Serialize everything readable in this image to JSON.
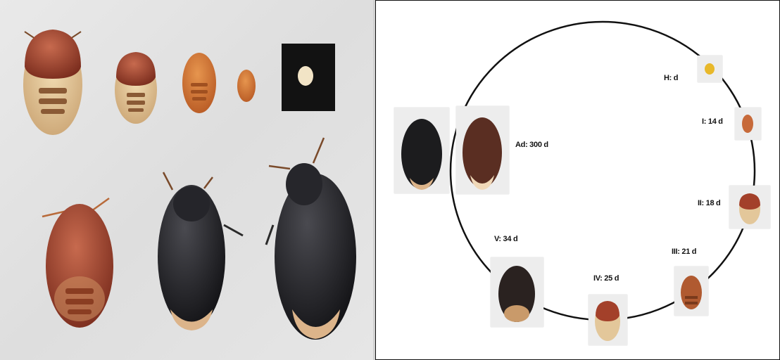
{
  "life_cycle": {
    "stages": [
      {
        "id": "H",
        "label": "H: d"
      },
      {
        "id": "I",
        "label": "I: 14 d"
      },
      {
        "id": "II",
        "label": "II: 18 d"
      },
      {
        "id": "III",
        "label": "III: 21 d"
      },
      {
        "id": "IV",
        "label": "IV: 25 d"
      },
      {
        "id": "V",
        "label": "V: 34 d"
      },
      {
        "id": "Ad",
        "label": "Ad: 300 d"
      }
    ]
  },
  "colors": {
    "background_left": "#e3e3e3",
    "nymph_red": "#a3402a",
    "nymph_tan": "#e3c79a",
    "adult_black": "#1c1c1e",
    "egg_yellow": "#e8b82a",
    "cycle_line": "#111111"
  }
}
